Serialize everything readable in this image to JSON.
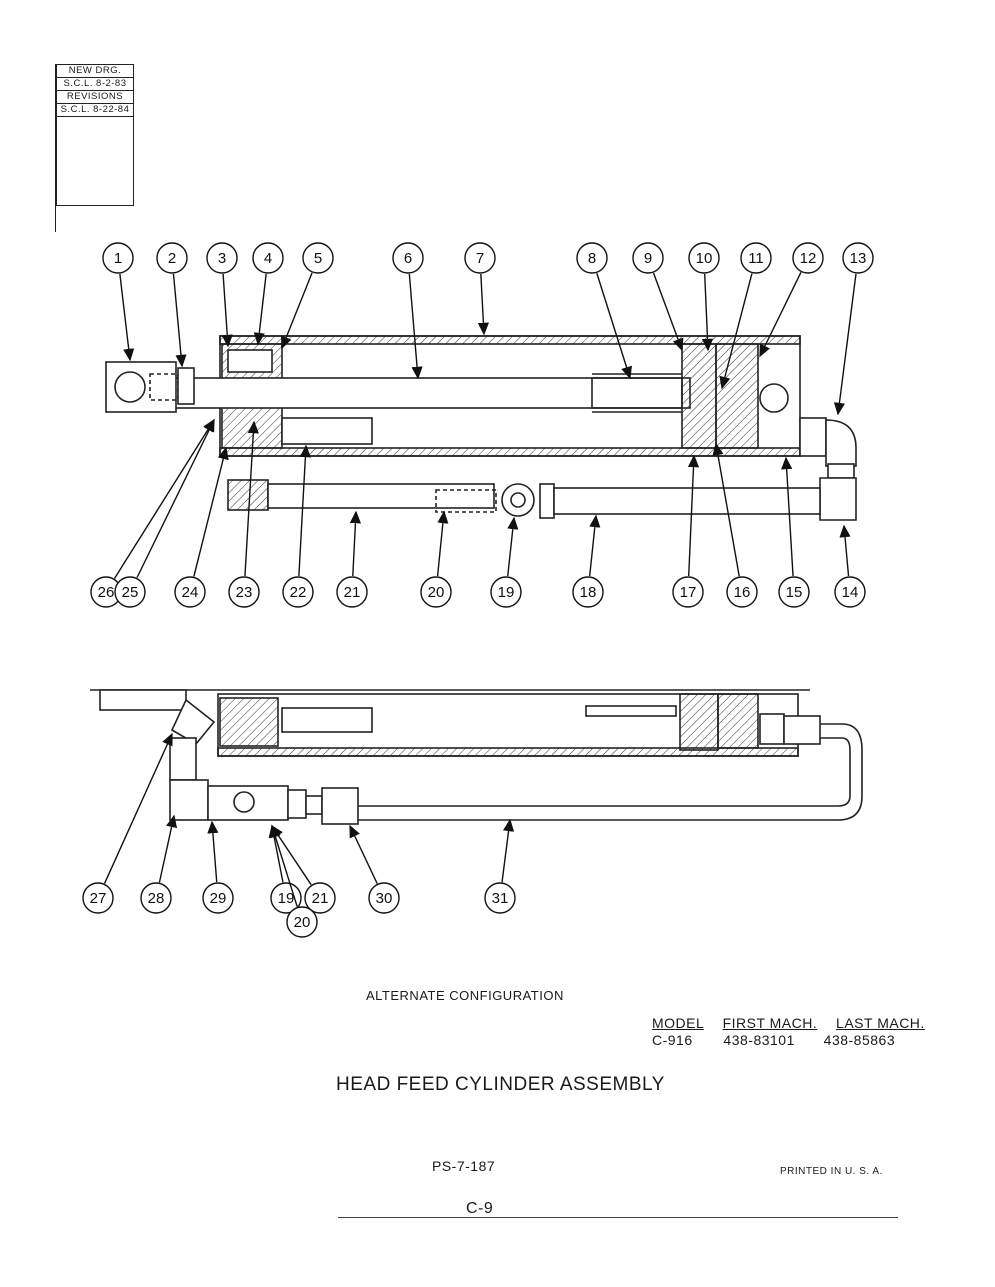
{
  "revisions": {
    "rows": [
      "NEW DRG.",
      "S.C.L. 8-2-83",
      "REVISIONS",
      "S.C.L. 8-22-84"
    ]
  },
  "upper_callouts_top": [
    "1",
    "2",
    "3",
    "4",
    "5",
    "6",
    "7",
    "8",
    "9",
    "10",
    "11",
    "12",
    "13"
  ],
  "upper_callouts_bottom": [
    "26",
    "25",
    "24",
    "23",
    "22",
    "21",
    "20",
    "19",
    "18",
    "17",
    "16",
    "15",
    "14"
  ],
  "lower_callouts": [
    "27",
    "28",
    "29",
    "19",
    "21",
    "20",
    "30",
    "31"
  ],
  "alternate_label": "ALTERNATE CONFIGURATION",
  "model_table": {
    "headers": [
      "MODEL",
      "FIRST MACH.",
      "LAST MACH."
    ],
    "values": [
      "C-916",
      "438-83101",
      "438-85863"
    ]
  },
  "title": "HEAD FEED CYLINDER ASSEMBLY",
  "doc_number": "PS-7-187",
  "printed": "PRINTED IN U. S. A.",
  "page": "C-9"
}
